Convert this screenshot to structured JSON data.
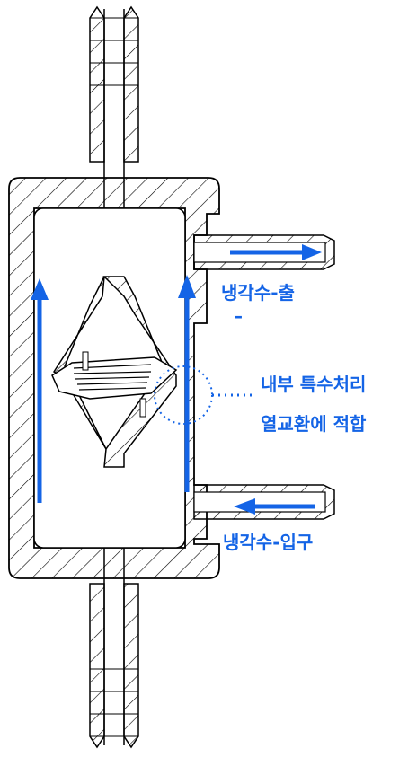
{
  "labels": {
    "outlet": "냉각수-출",
    "outlet_dash": "–",
    "inner_line1": "내부 특수처리",
    "inner_line2": "열교환에 적합",
    "inlet": "냉각수-입구"
  },
  "colors": {
    "flow": "#1464e6",
    "outline": "#000000",
    "hatch": "#000000",
    "background": "#ffffff"
  }
}
